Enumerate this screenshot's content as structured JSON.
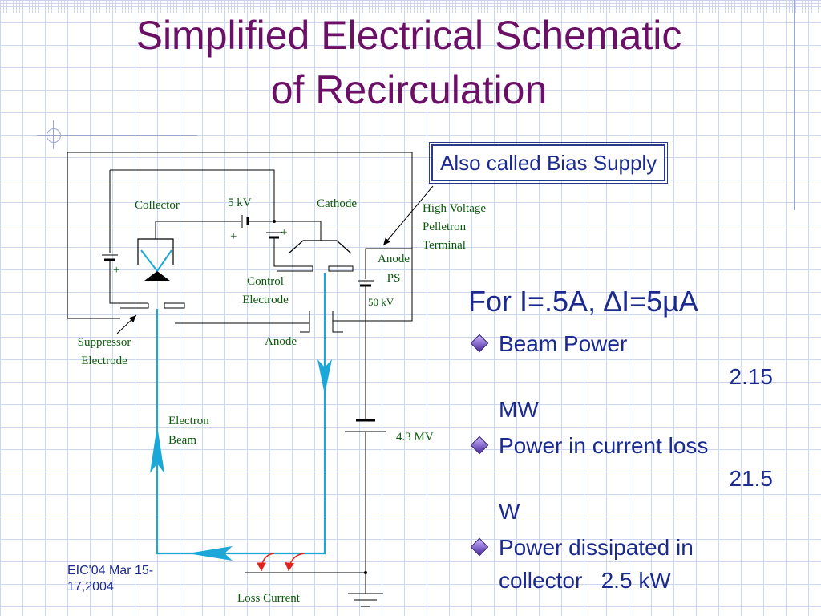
{
  "title_line1": "Simplified Electrical Schematic",
  "title_line2": "of Recirculation",
  "callout": "Also called Bias Supply",
  "labels": {
    "collector": "Collector",
    "five_kv": "5 kV",
    "cathode": "Cathode",
    "hv_line1": "High Voltage",
    "hv_line2": "Pelletron",
    "hv_line3": "Terminal",
    "anode_ps_line1": "Anode",
    "anode_ps_line2": "PS",
    "fifty_kv": "50 kV",
    "control_line1": "Control",
    "control_line2": "Electrode",
    "suppressor_line1": "Suppressor",
    "suppressor_line2": "Electrode",
    "anode": "Anode",
    "electron_line1": "Electron",
    "electron_line2": "Beam",
    "four_mv": "4.3 MV",
    "loss_current": "Loss Current",
    "plus": "+"
  },
  "panel": {
    "heading_prefix": "For I=.5A, ",
    "heading_delta": "∆",
    "heading_mid": "I=5",
    "heading_mu": "µ",
    "heading_suffix": "A",
    "items": [
      {
        "label": "Beam Power",
        "value": "2.15",
        "unit": "MW"
      },
      {
        "label": "Power in current loss",
        "value": "21.5",
        "unit": "W"
      },
      {
        "label": "Power dissipated in collector",
        "value": "2.5 kW"
      }
    ]
  },
  "footer": "EIC'04 Mar 15-17,2004",
  "colors": {
    "title": "#6b1066",
    "text": "#1a2a8f",
    "beam": "#1ba7d8",
    "loss": "#e0241b"
  }
}
